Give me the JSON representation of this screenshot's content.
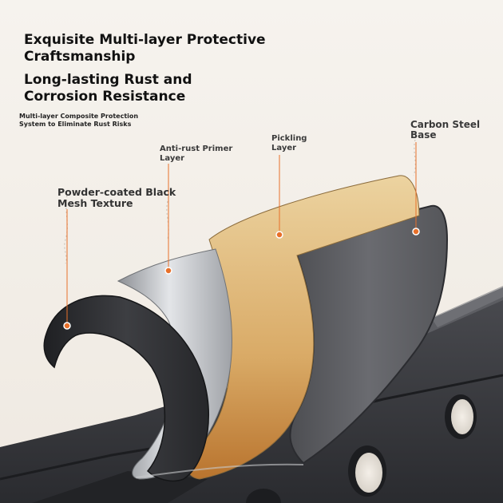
{
  "headlines": {
    "line1": "Exquisite Multi-layer Protective\n Craftsmanship",
    "line2": "Long-lasting Rust and\n Corrosion Resistance",
    "subtext": "Multi-layer Composite Protection\n System to Eliminate Rust Risks"
  },
  "layers": {
    "primer": "Anti-rust Primer\n Layer",
    "pickling": "Pickling\n Layer",
    "carbon": "Carbon Steel\n Base",
    "powder": "Powder-coated Black\n Mesh Texture"
  },
  "colors": {
    "background": "#f3efe9",
    "accent_marker": "#e8702a",
    "carbon_layer": "#5f6064",
    "pickling_layer": "#ddb97c",
    "primer_layer": "#b9bcc0",
    "powder_layer": "#2e2f33",
    "steel_frame": "#3c3d41"
  }
}
